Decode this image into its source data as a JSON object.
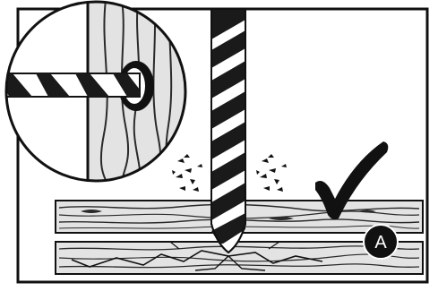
{
  "illustration": {
    "topic": "drilling-through-wood-board",
    "callout_badge": {
      "label": "A"
    },
    "checkmark": {
      "meaning": "correct"
    },
    "icons": [
      "drill-bit-icon",
      "checkmark-icon",
      "wood-chips-icon",
      "magnifier-inset-icon"
    ]
  },
  "colors": {
    "background": "#ffffff",
    "frame": "#111111",
    "wood_fill": "#e3e3e3",
    "wood_grain": "#2a2a2a",
    "bit_dark": "#1a1a1a",
    "bit_light": "#ffffff",
    "badge_fill": "#111111",
    "badge_text": "#ffffff"
  }
}
